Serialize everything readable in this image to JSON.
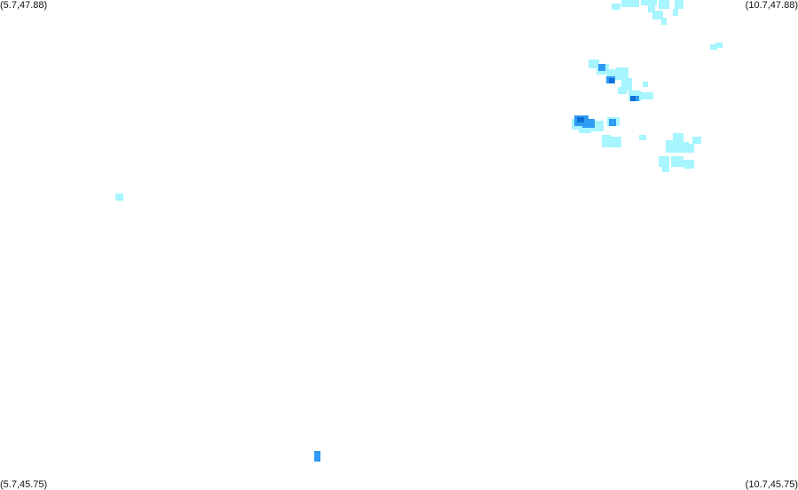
{
  "map": {
    "corners": {
      "top_left": "(5.7,47.88)",
      "top_right": "(10.7,47.88)",
      "bottom_left": "(5.7,45.75)",
      "bottom_right": "(10.7,45.75)"
    },
    "lon_range": [
      5.7,
      10.7
    ],
    "lat_range": [
      45.75,
      47.88
    ],
    "colors": {
      "light": "#a6f5ff",
      "medium": "#2f9bf3",
      "strong": "#0f6fd9",
      "background": "#ffffff"
    }
  }
}
